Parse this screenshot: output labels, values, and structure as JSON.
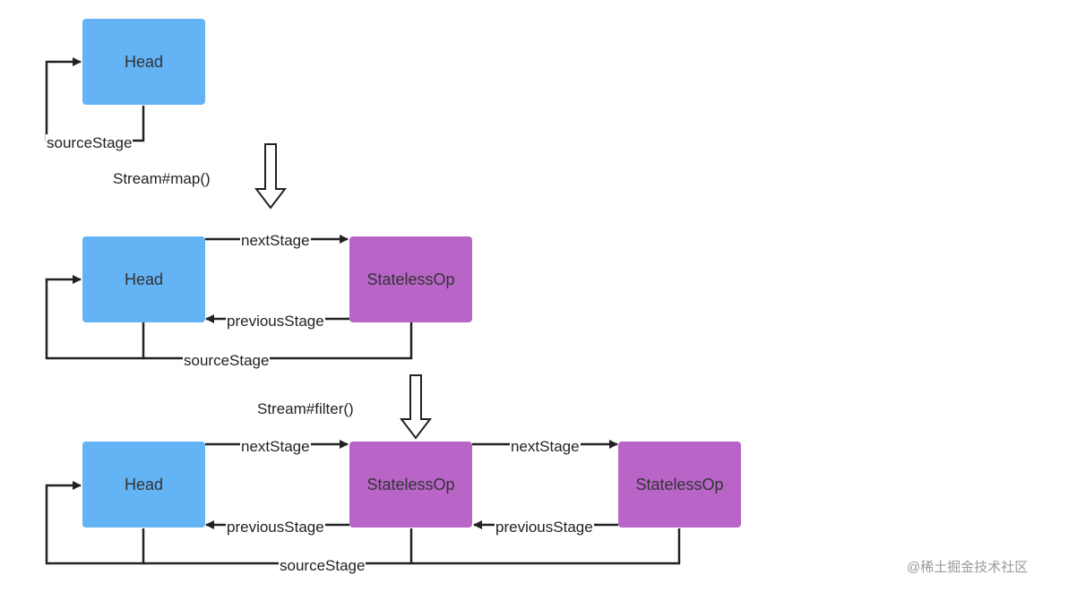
{
  "boxes": {
    "head": "Head",
    "op": "StatelessOp"
  },
  "edges": {
    "next": "nextStage",
    "previous": "previousStage",
    "source": "sourceStage"
  },
  "transforms": {
    "map": "Stream#map()",
    "filter": "Stream#filter()"
  },
  "watermark": "@稀土掘金技术社区",
  "colors": {
    "head": "#63b3f5",
    "op": "#b865c7",
    "line": "#222222"
  }
}
